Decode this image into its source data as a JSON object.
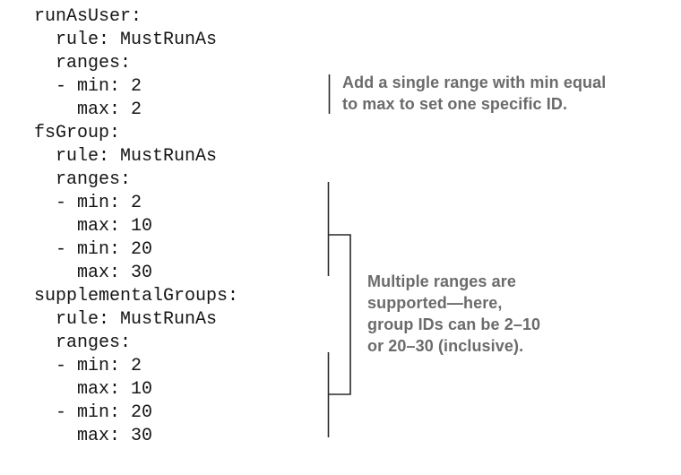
{
  "code": {
    "lines": [
      "runAsUser:",
      "  rule: MustRunAs",
      "  ranges:",
      "  - min: 2",
      "    max: 2",
      "fsGroup:",
      "  rule: MustRunAs",
      "  ranges:",
      "  - min: 2",
      "    max: 10",
      "  - min: 20",
      "    max: 30",
      "supplementalGroups:",
      "  rule: MustRunAs",
      "  ranges:",
      "  - min: 2",
      "    max: 10",
      "  - min: 20",
      "    max: 30"
    ]
  },
  "annotations": [
    {
      "lines": [
        "Add a single range with min equal",
        "to max to set one specific ID."
      ]
    },
    {
      "lines": [
        "Multiple ranges are",
        "supported—here,",
        "group IDs can be 2–10",
        "or 20–30 (inclusive)."
      ]
    }
  ],
  "colors": {
    "background": "#ffffff",
    "code_text": "#151515",
    "annotation_text": "#6b6b6b",
    "leader_line": "#2a2a2a"
  }
}
